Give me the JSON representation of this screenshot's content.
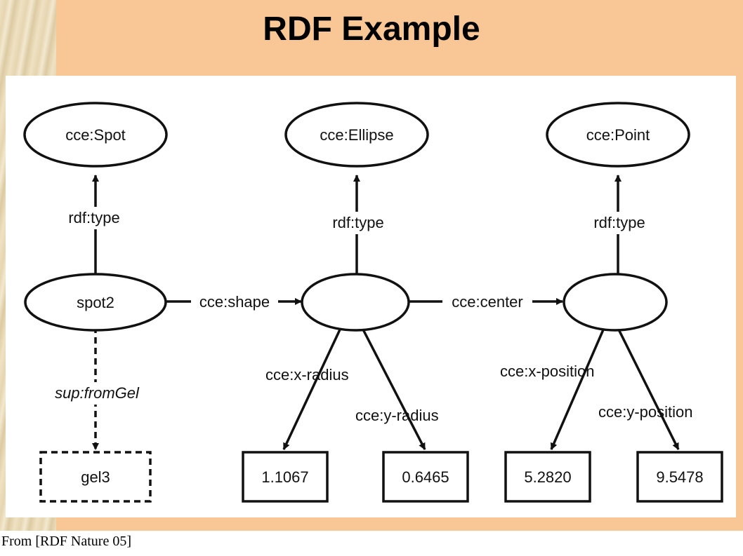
{
  "title": "RDF Example",
  "source": "From [RDF Nature 05]",
  "nodes": {
    "spot_type": "cce:Spot",
    "ellipse_type": "cce:Ellipse",
    "point_type": "cce:Point",
    "spot2": "spot2",
    "gel3": "gel3",
    "x_radius_value": "1.1067",
    "y_radius_value": "0.6465",
    "x_position_value": "5.2820",
    "y_position_value": "9.5478"
  },
  "edges": {
    "spot_rdf_type": "rdf:type",
    "ellipse_rdf_type": "rdf:type",
    "point_rdf_type": "rdf:type",
    "shape": "cce:shape",
    "center": "cce:center",
    "from_gel": "sup:fromGel",
    "x_radius": "cce:x-radius",
    "y_radius": "cce:y-radius",
    "x_position": "cce:x-position",
    "y_position": "cce:y-position"
  },
  "colors": {
    "background": "#f9c696",
    "panel": "#ffffff",
    "ink": "#111111"
  }
}
